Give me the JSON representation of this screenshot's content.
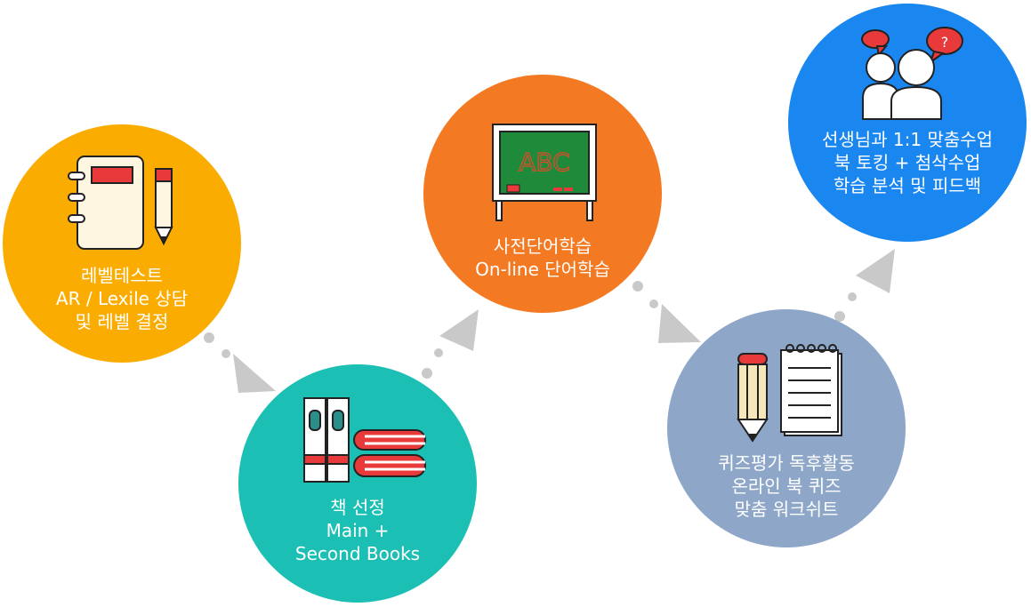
{
  "steps": [
    {
      "lines": [
        "레벨테스트",
        "AR / Lexile 상담",
        "및 레벨 결정"
      ],
      "color": "#fbac00",
      "icon": "notebook-pencil-icon"
    },
    {
      "lines": [
        "책 선정",
        "Main +",
        "Second Books"
      ],
      "color": "#1cbfb3",
      "icon": "books-icon"
    },
    {
      "lines": [
        "사전단어학습",
        "On-line 단어학습"
      ],
      "color": "#f37a22",
      "icon": "chalkboard-icon"
    },
    {
      "lines": [
        "퀴즈평가 독후활동",
        "온라인 북 퀴즈",
        "맞춤 워크쉬트"
      ],
      "color": "#8ea7c8",
      "icon": "pencil-notepad-icon"
    },
    {
      "lines": [
        "선생님과 1:1 맞춤수업",
        "북 토킹 + 첨삭수업",
        "학습 분석 및 피드백"
      ],
      "color": "#1a86f0",
      "icon": "people-talking-icon"
    }
  ],
  "chalkboard_text": "ABC",
  "speech_bubble_mark": "?",
  "connector_color": "#c9c9c9"
}
